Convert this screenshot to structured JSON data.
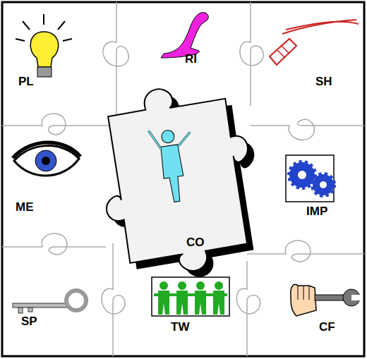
{
  "diagram": {
    "nodes": [
      {
        "text": [
          "PL"
        ]
      },
      {
        "text": [
          "RI"
        ]
      },
      {
        "text": [
          "SH"
        ]
      },
      {
        "text": [
          "ME"
        ]
      },
      {
        "text": [
          "CO"
        ]
      },
      {
        "text": [
          "IMP"
        ]
      },
      {
        "text": [
          "SP"
        ]
      },
      {
        "text": [
          "TW"
        ]
      },
      {
        "text": [
          "CF"
        ]
      }
    ]
  }
}
